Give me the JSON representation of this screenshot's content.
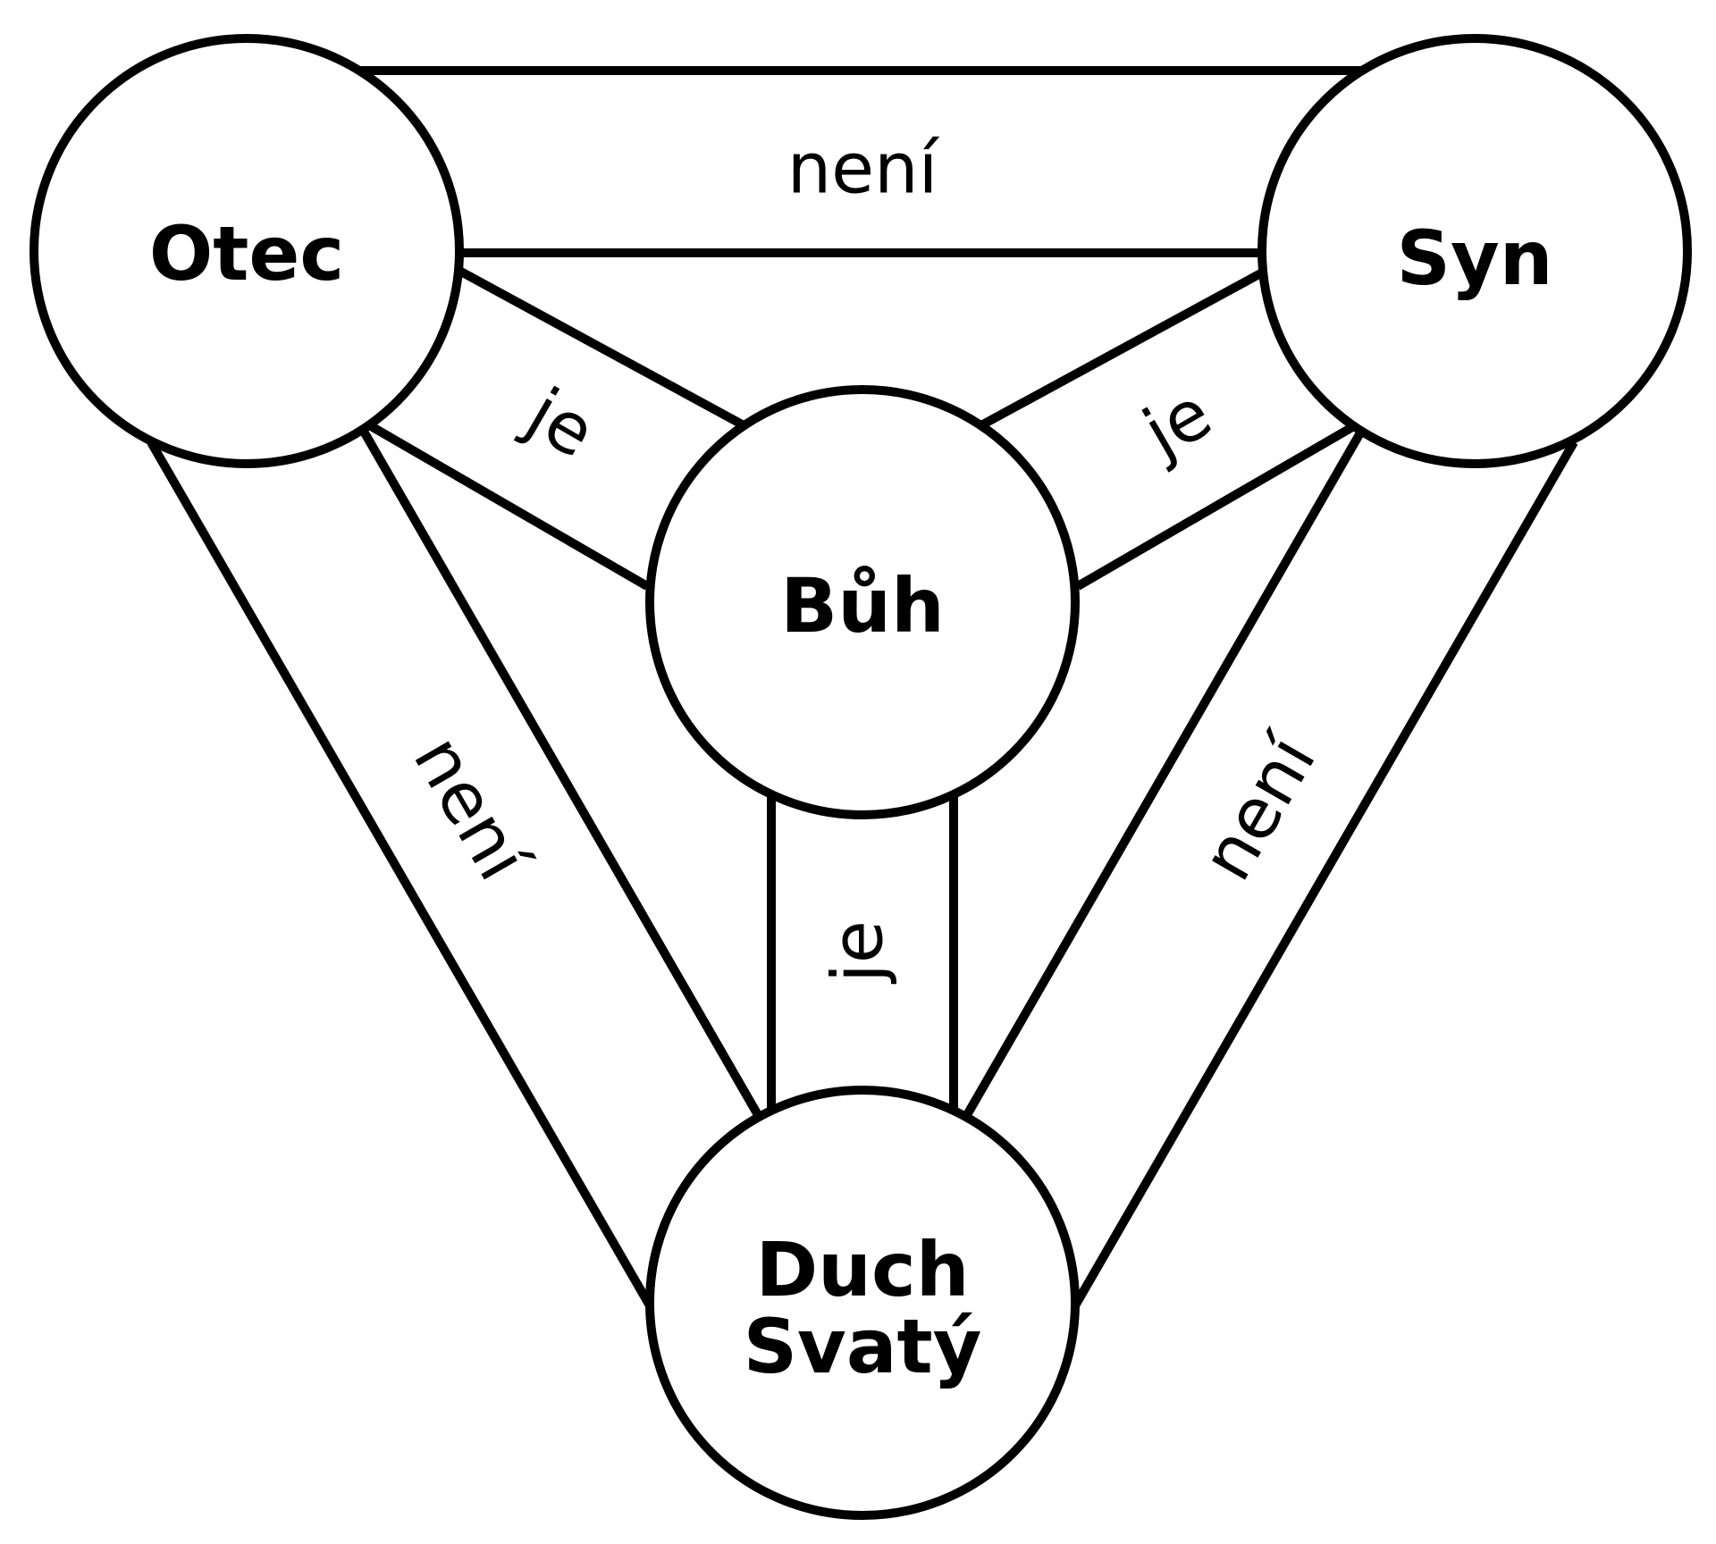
{
  "nodes": {
    "father": "Otec",
    "son": "Syn",
    "god": "Bůh",
    "spirit_line1": "Duch",
    "spirit_line2": "Svatý"
  },
  "relations": {
    "father_son": "není",
    "father_spirit": "není",
    "son_spirit": "není",
    "father_god": "je",
    "son_god": "je",
    "spirit_god": "je"
  },
  "colors": {
    "stroke": "#000000",
    "fill": "#ffffff"
  }
}
